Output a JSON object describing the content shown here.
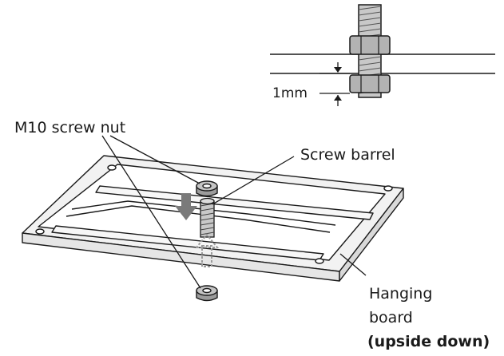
{
  "labels": {
    "gap": "1mm",
    "nut": "M10 screw nut",
    "barrel": "Screw barrel",
    "board_line1": "Hanging",
    "board_line2": "board",
    "board_note": "(upside down)"
  },
  "colors": {
    "ink": "#1a1a1a",
    "nut_fill": "#b3b3b3",
    "thread_fill": "#c8c8c8",
    "arrow_solid": "#7a7a7a",
    "arrow_dashed": "#9a9a9a",
    "board_fill": "#f2f2f2"
  },
  "icons": {
    "down_arrow": "solid-down-arrow-icon",
    "up_arrow": "dashed-up-arrow-icon"
  }
}
